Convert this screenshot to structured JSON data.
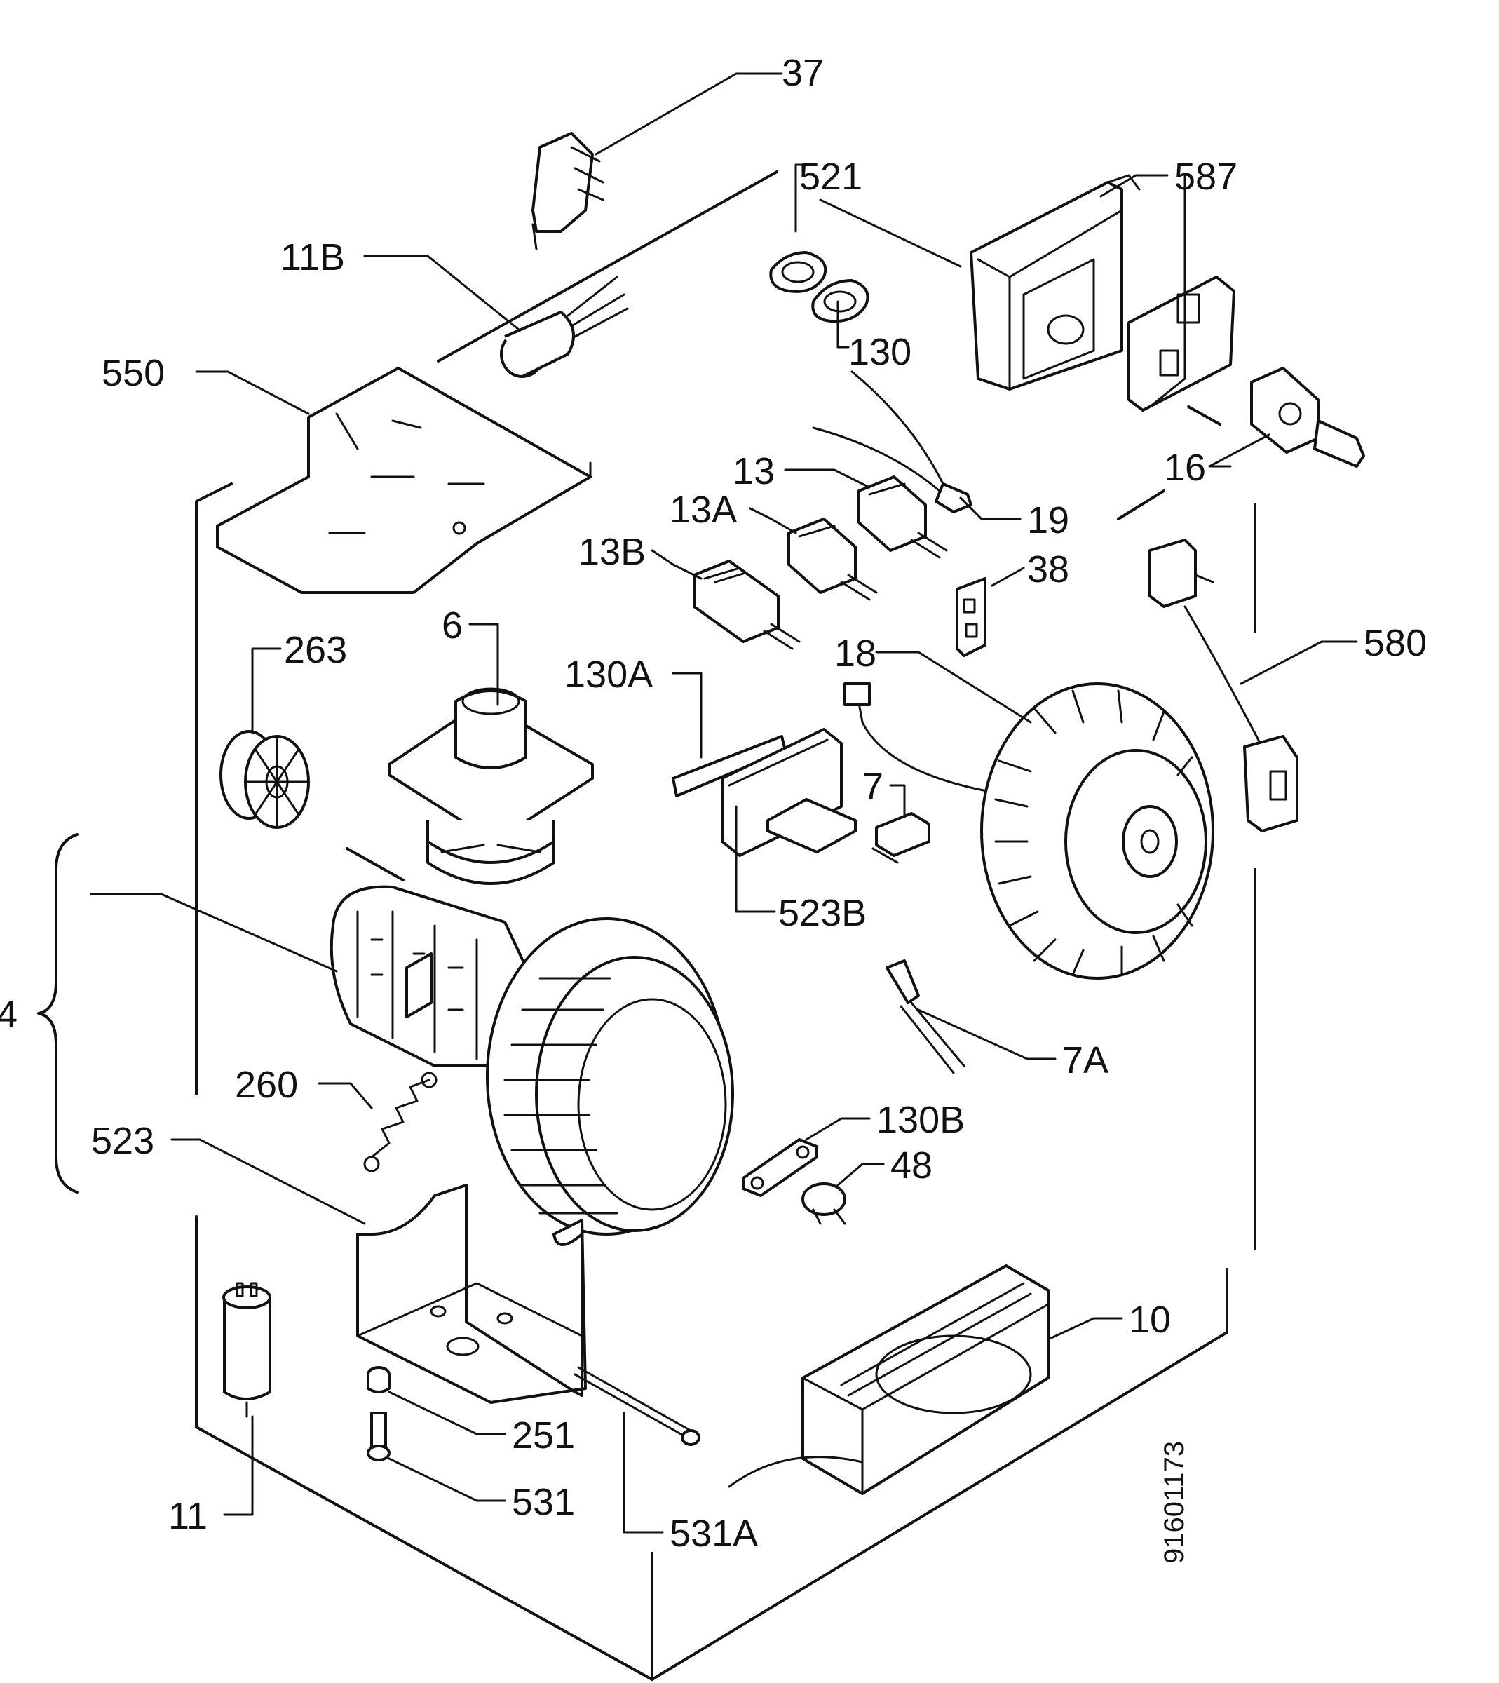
{
  "labels": {
    "l37": "37",
    "l521": "521",
    "l587": "587",
    "l11b": "11B",
    "l130": "130",
    "l550": "550",
    "l13": "13",
    "l16": "16",
    "l19": "19",
    "l13a": "13A",
    "l13b": "13B",
    "l38": "38",
    "l6": "6",
    "l263": "263",
    "l130a": "130A",
    "l18": "18",
    "l580": "580",
    "l7": "7",
    "l523b": "523B",
    "l4": "4",
    "l7a": "7A",
    "l260": "260",
    "l130b": "130B",
    "l523": "523",
    "l48": "48",
    "l10": "10",
    "l251": "251",
    "l531": "531",
    "l11": "11",
    "l531a": "531A",
    "drawing_no": "91601173"
  }
}
